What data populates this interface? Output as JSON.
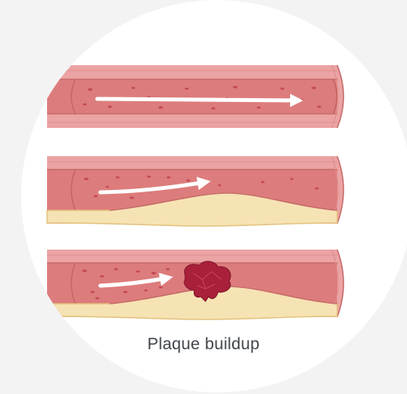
{
  "caption": "Plaque buildup",
  "colors": {
    "background": "#f3f3f3",
    "circle": "#ffffff",
    "vessel_wall": "#e9a0a0",
    "wall_line": "#c26868",
    "lumen": "#dc7a7a",
    "blood_cell": "#c14a55",
    "plaque": "#f6e3b4",
    "plaque_edge": "#e2c07a",
    "clot": "#a8203a",
    "arrow": "#ffffff",
    "caption_text": "#3f444a"
  },
  "panels": [
    {
      "id": "healthy-artery",
      "plaque": false,
      "clot": false
    },
    {
      "id": "narrowed-artery",
      "plaque": true,
      "clot": false
    },
    {
      "id": "blocked-artery",
      "plaque": true,
      "clot": true
    }
  ]
}
